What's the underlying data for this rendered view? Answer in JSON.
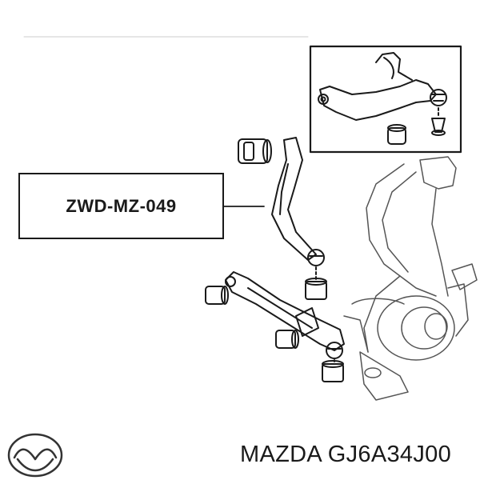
{
  "diagram": {
    "part_label": "ZWD-MZ-049",
    "footer_text": "MAZDA GJ6A34J00",
    "icons": {
      "logo": "mazda-logo",
      "inset": "upper-control-arm-detail",
      "main": "front-suspension-assembly"
    },
    "colors": {
      "line": "#1a1a1a",
      "background": "#ffffff"
    }
  }
}
